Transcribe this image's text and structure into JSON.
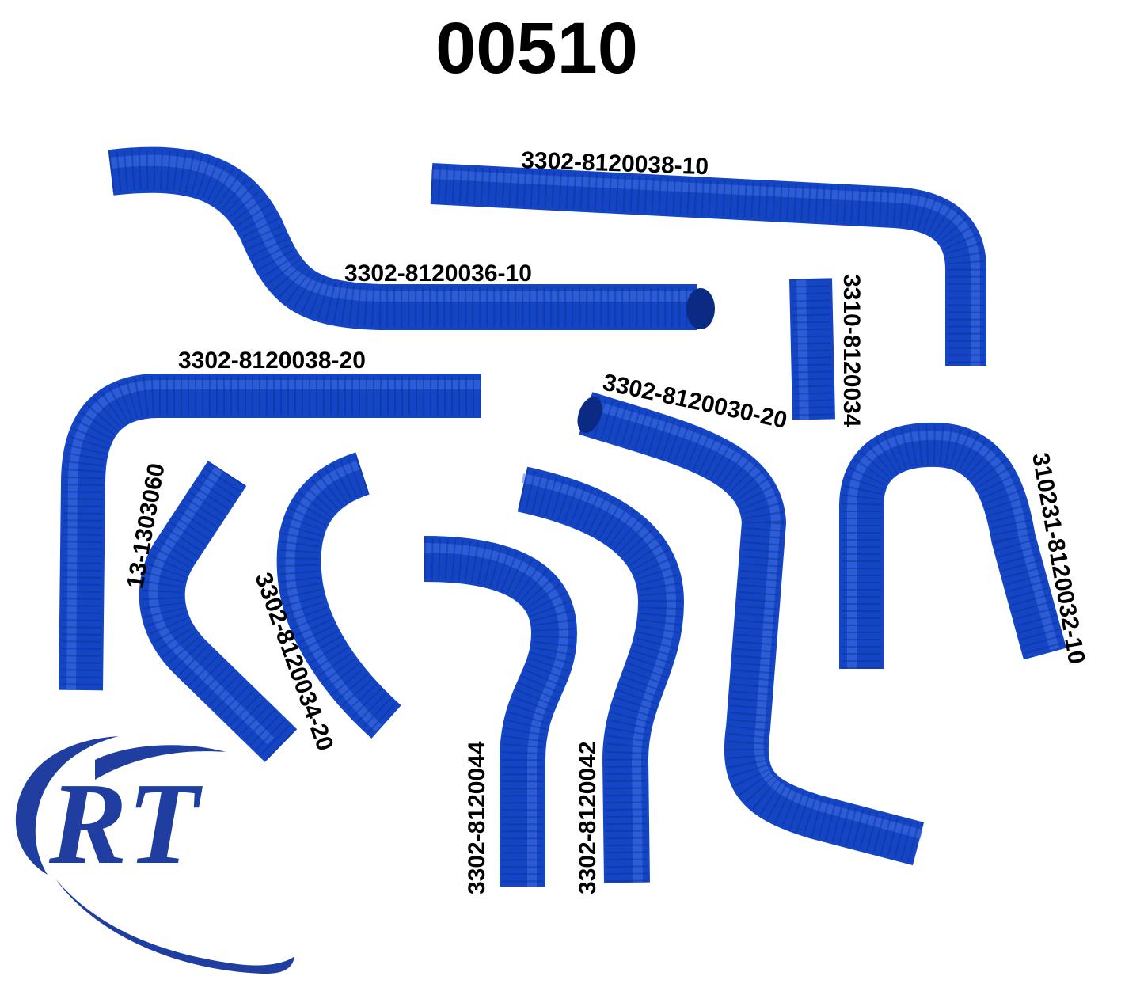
{
  "title": "00510",
  "logo": {
    "text": "RT",
    "color": "#1f3ea0"
  },
  "hose_color": "#1445c4",
  "labels": {
    "part_36_10": "3302-8120036-10",
    "part_38_10": "3302-8120038-10",
    "part_38_20": "3302-8120038-20",
    "part_30_20": "3302-8120030-20",
    "part_3310": "3310-8120034",
    "part_310231": "310231-8120032-10",
    "part_13": "13-1303060",
    "part_34_20": "3302-8120034-20",
    "part_44": "3302-8120044",
    "part_42": "3302-8120042"
  }
}
